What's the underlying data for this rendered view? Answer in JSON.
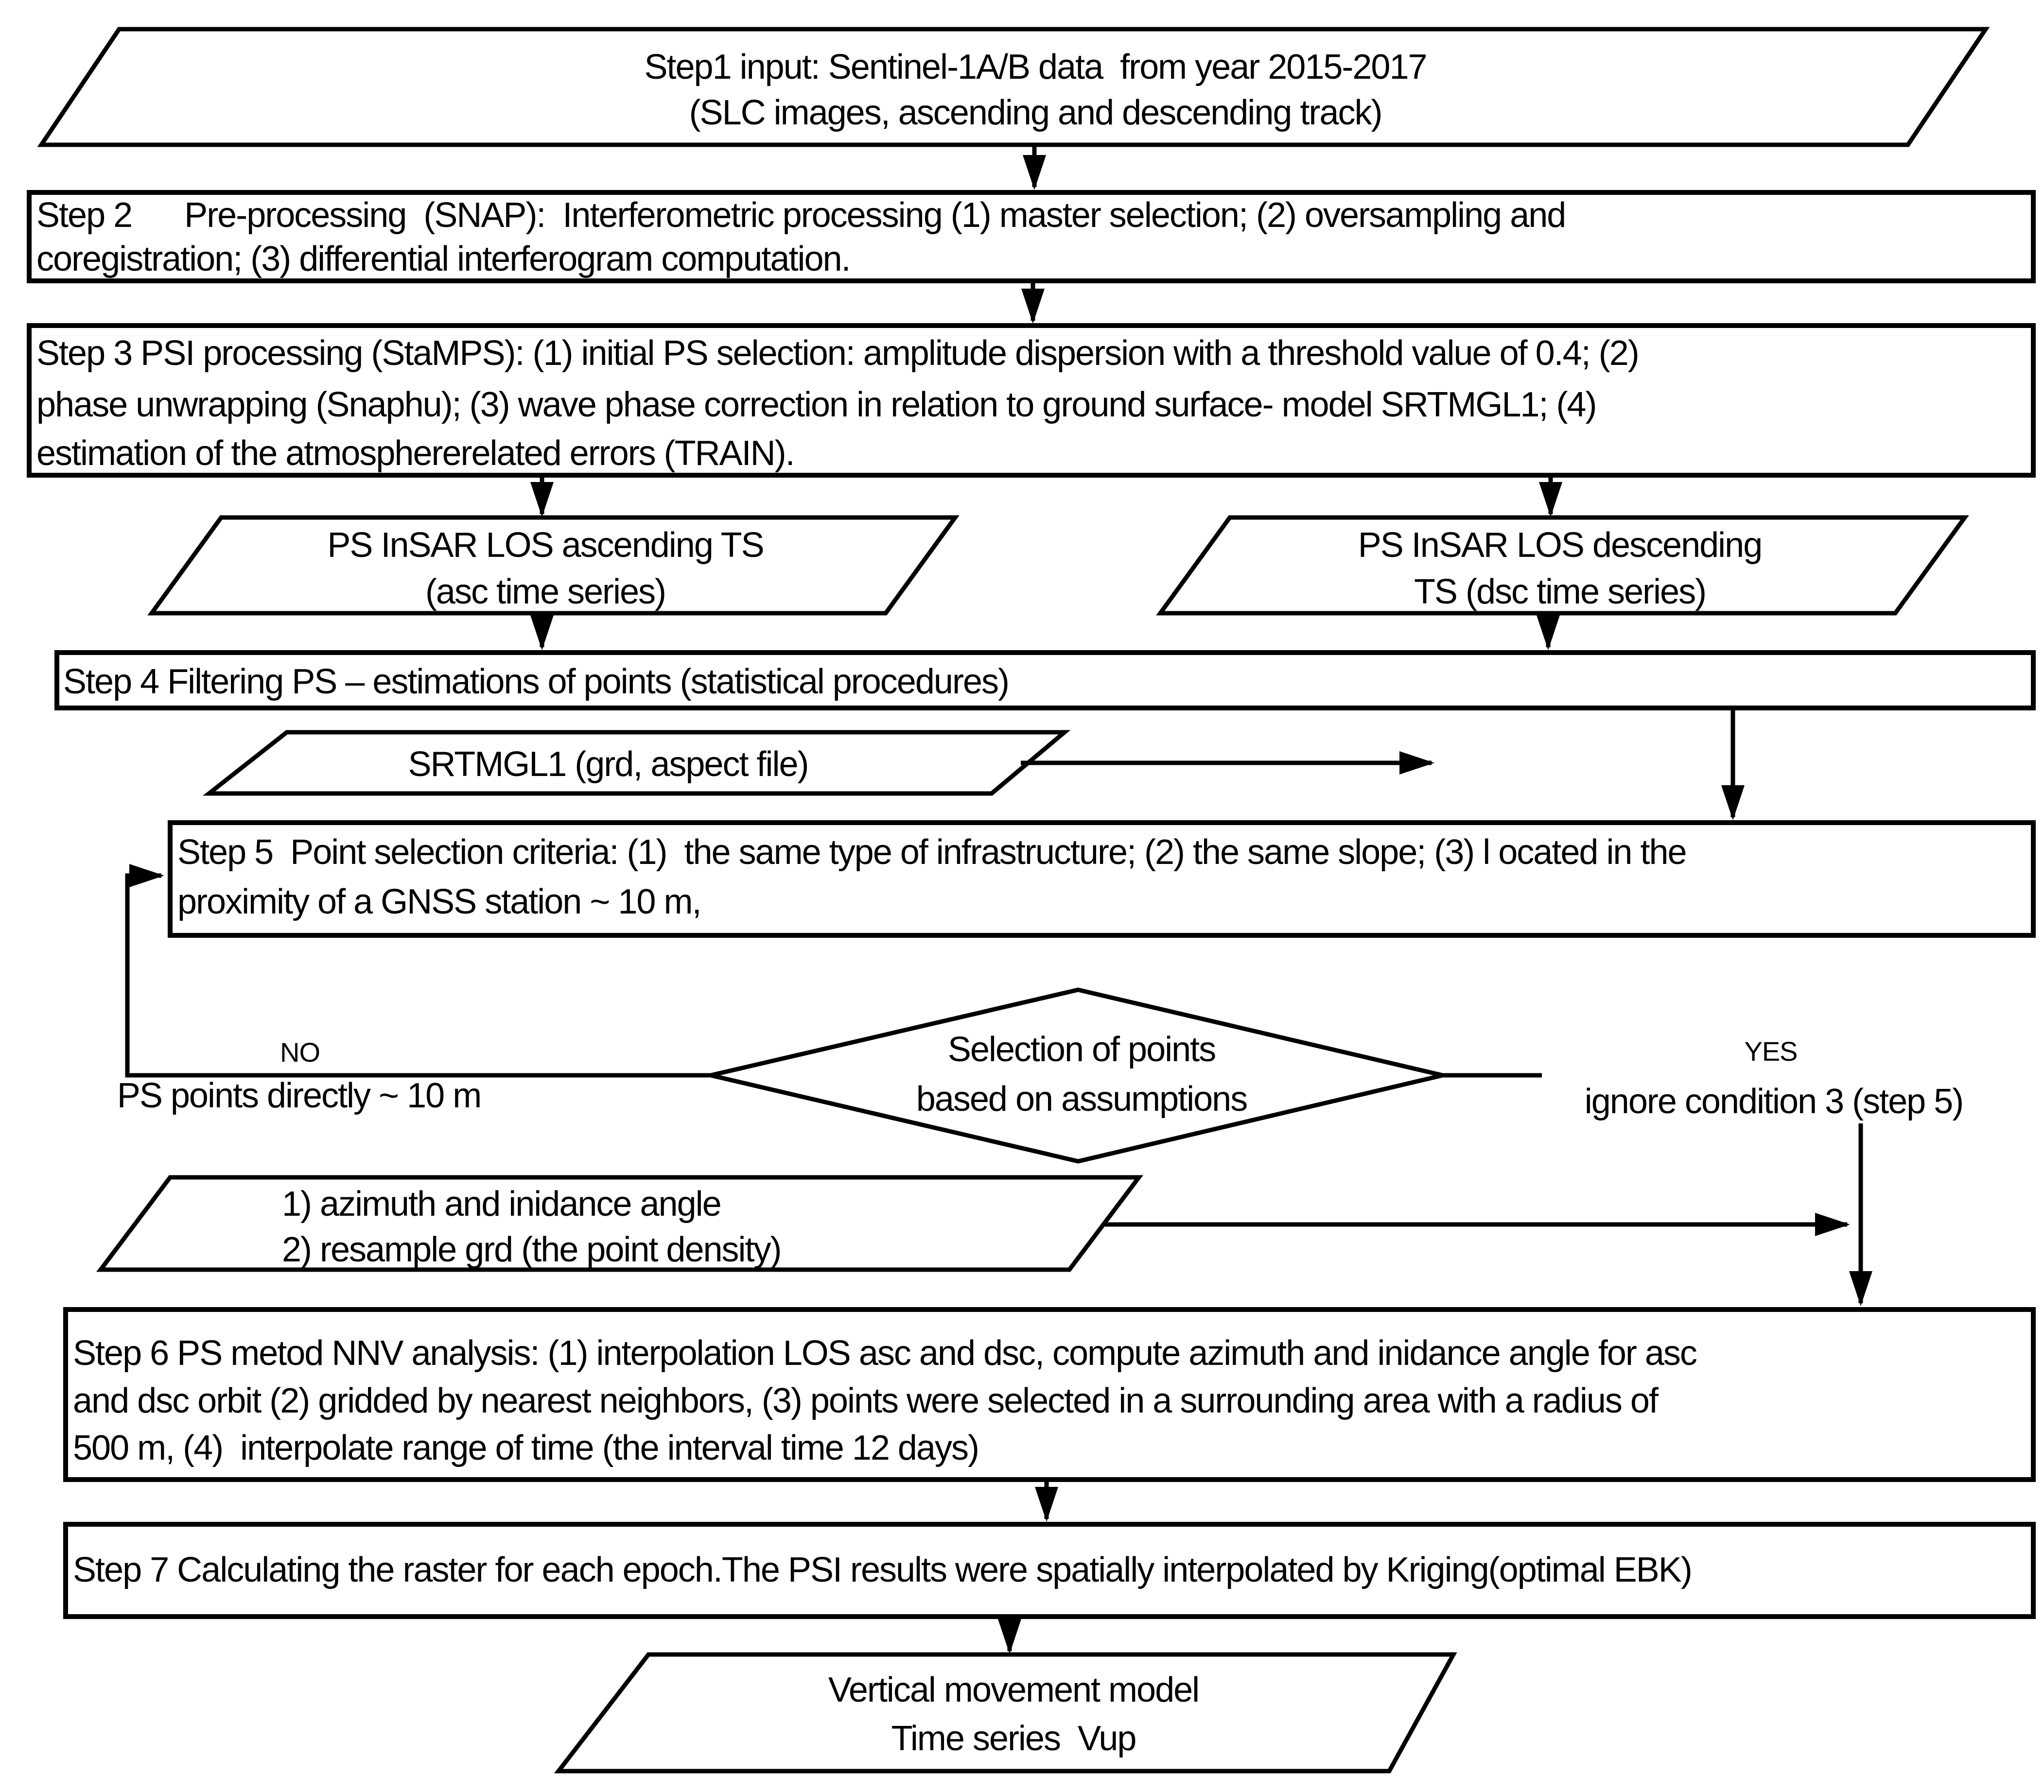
{
  "flow": {
    "step1": {
      "lines": [
        "Step1 input: Sentinel-1A/B data  from year 2015-2017",
        "(SLC images, ascending and descending track)"
      ]
    },
    "step2": {
      "lines": [
        "Step 2      Pre-processing  (SNAP):  Interferometric processing (1) master selection; (2) oversampling and",
        "coregistration; (3) differential interferogram computation."
      ]
    },
    "step3": {
      "lines": [
        "Step 3 PSI processing (StaMPS): (1) initial PS selection: amplitude dispersion with a threshold value of 0.4; (2)",
        "phase unwrapping (Snaphu); (3) wave phase correction in relation to ground surface- model SRTMGL1; (4)",
        "estimation of the atmosphererelated errors (TRAIN)."
      ]
    },
    "asc": {
      "lines": [
        "PS InSAR LOS ascending TS",
        "(asc time series)"
      ]
    },
    "dsc": {
      "lines": [
        "PS InSAR LOS descending",
        "TS (dsc time series)"
      ]
    },
    "step4": {
      "lines": [
        "Step 4 Filtering PS – estimations of points (statistical procedures)"
      ]
    },
    "srtm": {
      "lines": [
        "SRTMGL1 (grd, aspect file)"
      ]
    },
    "step5": {
      "lines": [
        "Step 5  Point selection criteria: (1)  the same type of infrastructure; (2) the same slope; (3) l ocated in the",
        "proximity of a GNSS station ~ 10 m,"
      ]
    },
    "decision": {
      "lines": [
        "Selection of points",
        "based on assumptions"
      ]
    },
    "no": {
      "label": "NO",
      "text": "PS points directly ~ 10 m"
    },
    "yes": {
      "label": "YES",
      "text": "ignore condition 3 (step 5)"
    },
    "inputs2": {
      "lines": [
        "1) azimuth and inidance angle",
        "2) resample grd (the point density)"
      ]
    },
    "step6": {
      "lines": [
        "Step 6 PS metod NNV analysis: (1) interpolation LOS asc and dsc, compute azimuth and inidance angle for asc",
        "and dsc orbit (2) gridded by nearest neighbors, (3) points were selected in a surrounding area with a radius of",
        "500 m, (4)  interpolate range of time (the interval time 12 days)"
      ]
    },
    "step7": {
      "lines": [
        "Step 7 Calculating the raster for each epoch.The PSI results were spatially interpolated by Kriging(optimal EBK)"
      ]
    },
    "output": {
      "lines": [
        "Vertical movement model",
        "Time series  Vup"
      ]
    }
  },
  "colors": {
    "stroke": "#000000",
    "background": "#ffffff"
  }
}
